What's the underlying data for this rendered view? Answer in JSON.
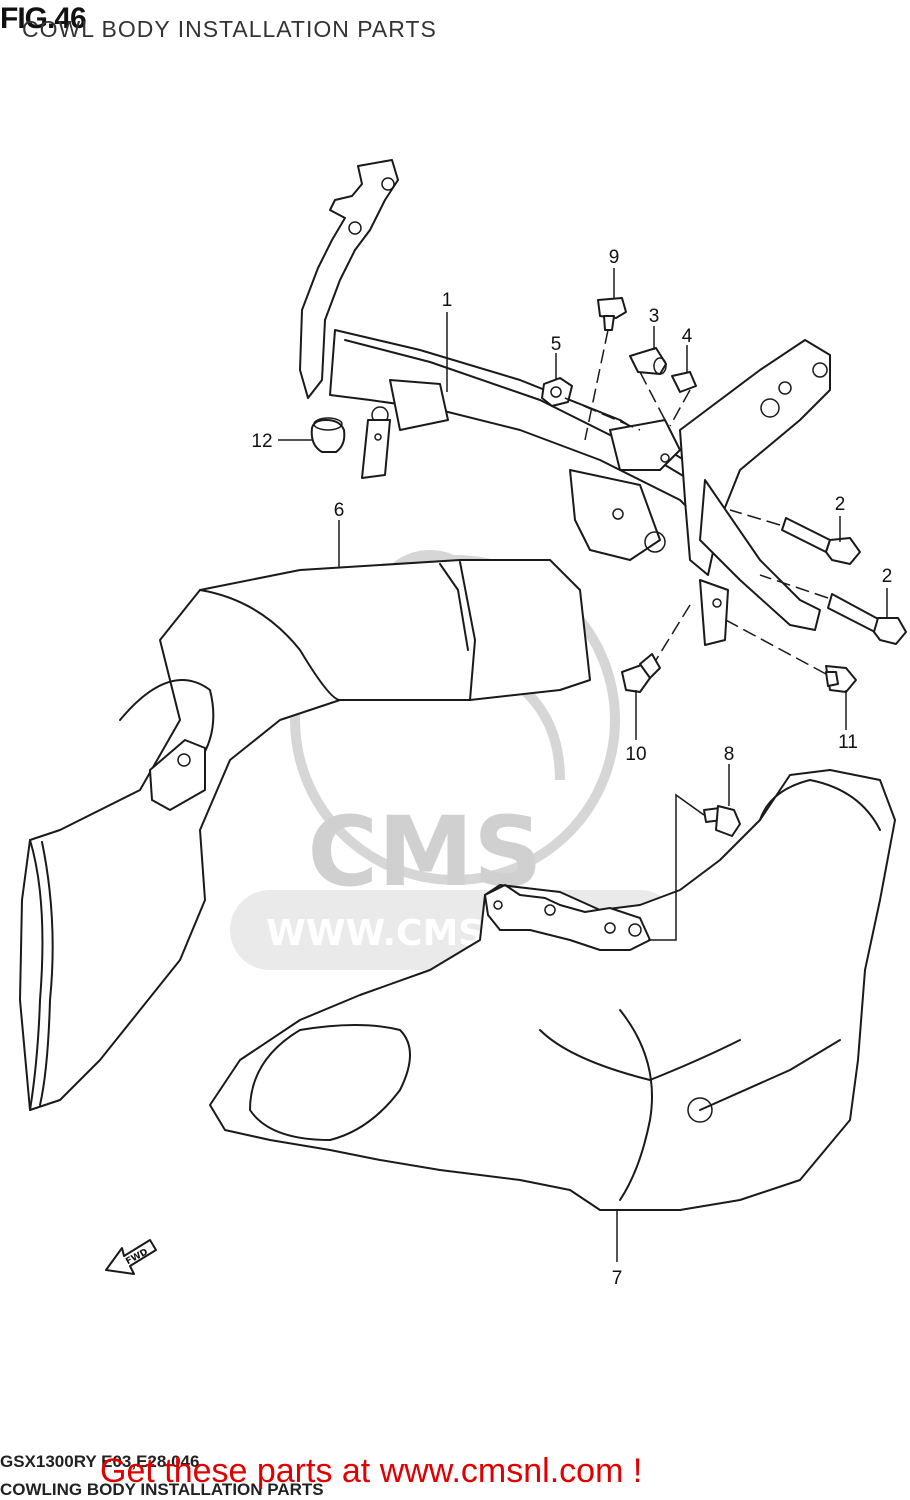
{
  "header": {
    "figure": "FIG.46",
    "title": "COWL BODY INSTALLATION PARTS"
  },
  "watermark": {
    "brand": "CMS",
    "url": "WWW.CMSNL.COM"
  },
  "direction_arrow": "FWD",
  "callouts": [
    "1",
    "2",
    "2",
    "3",
    "4",
    "5",
    "6",
    "7",
    "8",
    "9",
    "10",
    "11",
    "12"
  ],
  "footer": {
    "code": "GSX1300RY E03,E28 046",
    "name": "COWLING BODY INSTALLATION PARTS",
    "cta": "Get these parts at www.cmsnl.com !"
  },
  "colors": {
    "cta": "#e00000",
    "line": "#1a1a1a",
    "watermark": "#d8d8d8"
  }
}
